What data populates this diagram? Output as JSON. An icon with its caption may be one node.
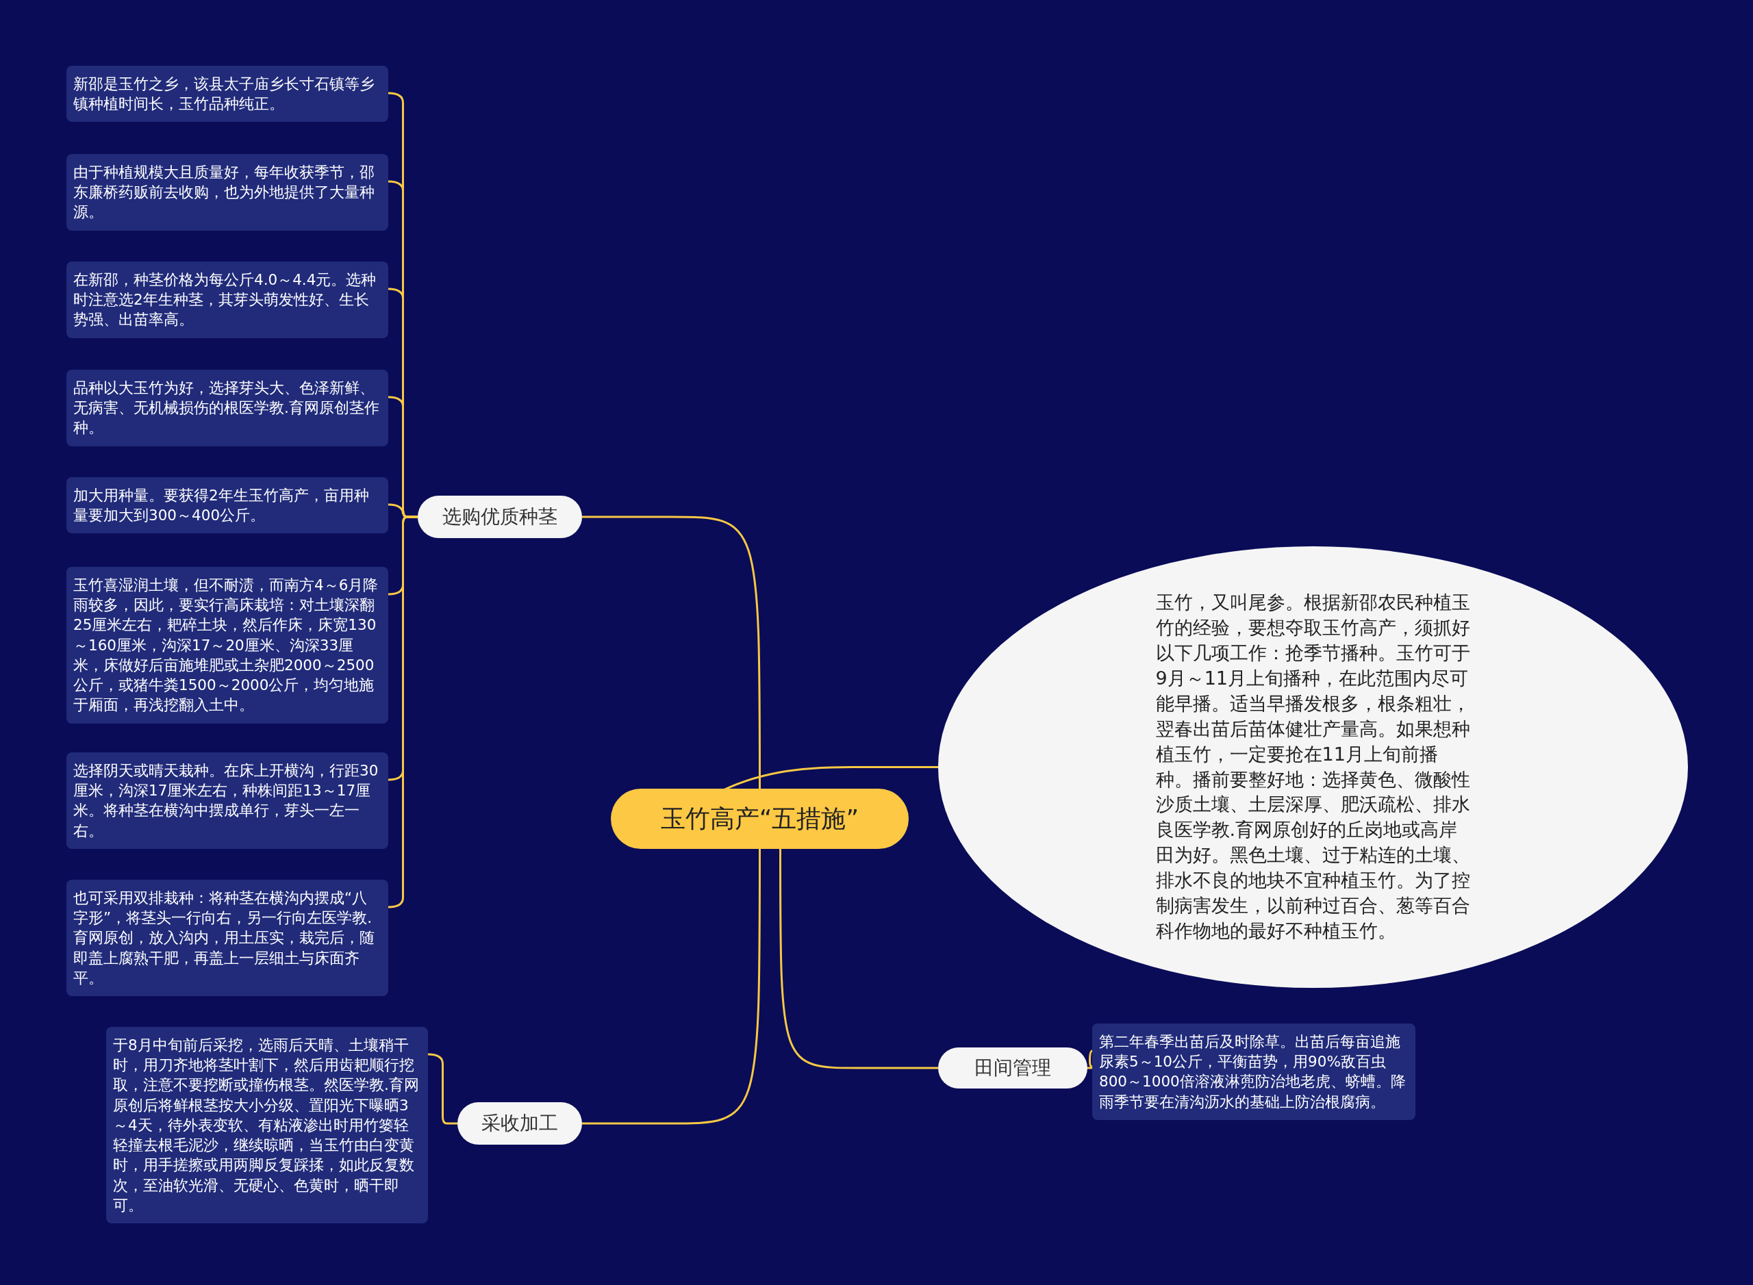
{
  "diagram": {
    "nodes": [
      {
        "text": [
          "玉竹高产“五措施”"
        ]
      },
      {
        "text": [
          "选购优质种茎"
        ]
      },
      {
        "text": [
          "新邵是玉竹之乡，该县太子庙乡长寸石镇等乡镇种植时间长，玉竹品种纯正。"
        ]
      },
      {
        "text": [
          "由于种植规模大且质量好，每年收获季节，邵东廉桥药贩前去收购，也为外地提供了大量种源。"
        ]
      },
      {
        "text": [
          "在新邵，种茎价格为每公斤4.0～4.4元。选种时注意选2年生种茎，其芽头萌发性好、生长势强、出苗率高。"
        ]
      },
      {
        "text": [
          "品种以大玉竹为好，选择芽头大、色泽新鲜、无病害、无机械损伤的根医学教.育网原创茎作种。"
        ]
      },
      {
        "text": [
          "加大用种量。要获得2年生玉竹高产，亩用种量要加大到300～400公斤。"
        ]
      },
      {
        "text": [
          "玉竹喜湿润土壤，但不耐渍，而南方4～6月降雨较多，因此，要实行高床栽培：对土壤深翻25厘米左右，耙碎土块，然后作床，床宽130～160厘米，沟深17～20厘米、沟深33厘米，床做好后亩施堆肥或土杂肥2000～2500公斤，或猪牛粪1500～2000公斤，均匀地施于厢面，再浅挖翻入土中。"
        ]
      },
      {
        "text": [
          "选择阴天或晴天栽种。在床上开横沟，行距30厘米，沟深17厘米左右，种株间距13～17厘米。将种茎在横沟中摆成单行，芽头一左一右。"
        ]
      },
      {
        "text": [
          "也可采用双排栽种：将种茎在横沟内摆成“八字形”，将茎头一行向右，另一行向左医学教.育网原创，放入沟内，用土压实，栽完后，随即盖上腐熟干肥，再盖上一层细土与床面齐平。"
        ]
      },
      {
        "text": [
          "玉竹，又叫尾参。根据新邵农民种植玉竹的经验，要想夺取玉竹高产，须抓好以下几项工作：抢季节播种。玉竹可于9月～11月上旬播种，在此范围内尽可能早播。适当早播发根多，根条粗壮，翌春出苗后苗体健壮产量高。如果想种植玉竹，一定要抢在11月上旬前播种。播前要整好地：选择黄色、微酸性沙质土壤、土层深厚、肥沃疏松、排水良医学教.育网原创好的丘岗地或高岸田为好。黑色土壤、过于粘连的土壤、排水不良的地块不宜种植玉竹。为了控制病害发生，以前种过百合、葱等百合科作物地的最好不种植玉竹。"
        ]
      },
      {
        "text": [
          "田间管理"
        ]
      },
      {
        "text": [
          "第二年春季出苗后及时除草。出苗后每亩追施尿素5～10公斤，平衡苗势，用90%敌百虫800～1000倍溶液淋蔸防治地老虎、蛴螬。降雨季节要在清沟沥水的基础上防治根腐病。"
        ]
      },
      {
        "text": [
          "采收加工"
        ]
      },
      {
        "text": [
          "于8月中旬前后采挖，选雨后天晴、土壤稍干时，用刀齐地将茎叶割下，然后用齿耙顺行挖取，注意不要挖断或撞伤根茎。然医学教.育网原创后将鲜根茎按大小分级、置阳光下曝晒3～4天，待外表变软、有粘液渗出时用竹篓轻轻撞去根毛泥沙，继续晾晒，当玉竹由白变黄时，用手搓擦或用两脚反复踩揉，如此反复数次，至油软光滑、无硬心、色黄时，晒干即可。"
        ]
      }
    ],
    "edges": [
      {
        "from": 0,
        "to": 1,
        "arrow": "none"
      },
      {
        "from": 1,
        "to": 2,
        "arrow": "none"
      },
      {
        "from": 1,
        "to": 3,
        "arrow": "none"
      },
      {
        "from": 1,
        "to": 4,
        "arrow": "none"
      },
      {
        "from": 1,
        "to": 5,
        "arrow": "none"
      },
      {
        "from": 1,
        "to": 6,
        "arrow": "none"
      },
      {
        "from": 1,
        "to": 7,
        "arrow": "none"
      },
      {
        "from": 1,
        "to": 8,
        "arrow": "none"
      },
      {
        "from": 1,
        "to": 9,
        "arrow": "none"
      },
      {
        "from": 0,
        "to": 10,
        "arrow": "none"
      },
      {
        "from": 0,
        "to": 11,
        "arrow": "none"
      },
      {
        "from": 11,
        "to": 12,
        "arrow": "none"
      },
      {
        "from": 0,
        "to": 13,
        "arrow": "none"
      },
      {
        "from": 13,
        "to": 14,
        "arrow": "none"
      }
    ]
  }
}
